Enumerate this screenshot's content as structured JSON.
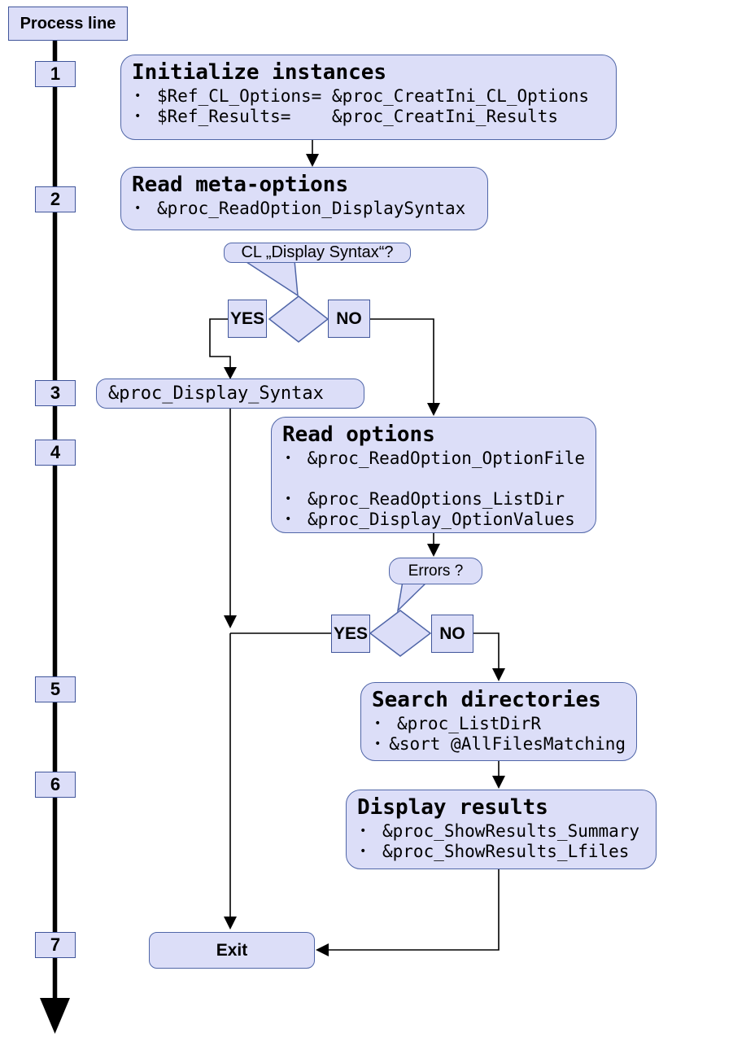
{
  "colors": {
    "node_fill": "#dcdef8",
    "node_border": "#5066a8",
    "rect_border": "#41569b",
    "line": "#000000"
  },
  "process_line": {
    "label": "Process line",
    "steps": [
      "1",
      "2",
      "3",
      "4",
      "5",
      "6",
      "7"
    ]
  },
  "boxes": {
    "initialize": {
      "title": "Initialize instances",
      "bullets": [
        "$Ref_CL_Options= &proc_CreatIni_CL_Options",
        "$Ref_Results=    &proc_CreatIni_Results"
      ]
    },
    "read_meta": {
      "title": "Read meta-options",
      "bullets": [
        "&proc_ReadOption_DisplaySyntax"
      ]
    },
    "display_syntax": {
      "label": "&proc_Display_Syntax"
    },
    "read_options": {
      "title": "Read options",
      "bullets": [
        "&proc_ReadOption_OptionFile",
        "",
        "&proc_ReadOptions_ListDir",
        "&proc_Display_OptionValues"
      ]
    },
    "search_directories": {
      "title": "Search directories",
      "bullets": [
        "&proc_ListDirR",
        "&sort @AllFilesMatching"
      ]
    },
    "display_results": {
      "title": "Display results",
      "bullets": [
        "&proc_ShowResults_Summary",
        "&proc_ShowResults_Lfiles"
      ]
    },
    "exit": {
      "label": "Exit"
    }
  },
  "decisions": {
    "cl_display_syntax": {
      "question": "CL „Display Syntax“?",
      "yes": "YES",
      "no": "NO"
    },
    "errors": {
      "question": "Errors ?",
      "yes": "YES",
      "no": "NO"
    }
  }
}
